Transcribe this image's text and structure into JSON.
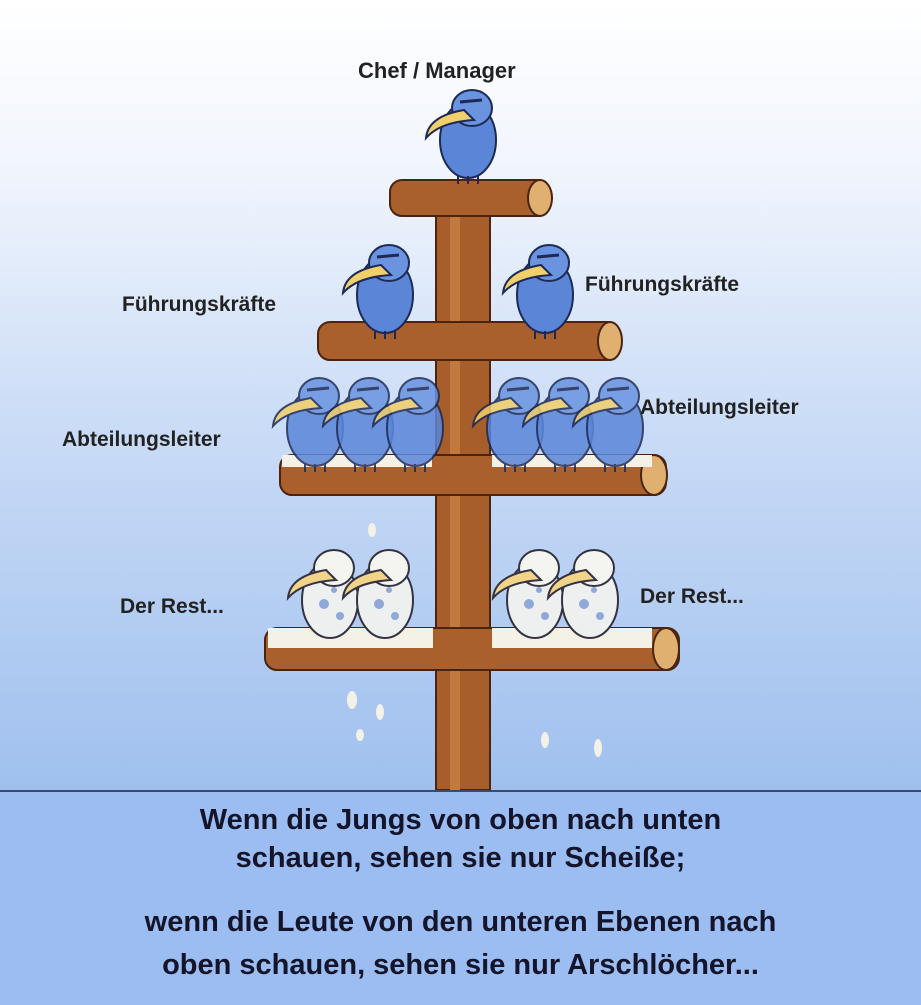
{
  "labels": {
    "top": "Chef / Manager",
    "level2_left": "Führungskräfte",
    "level2_right": "Führungskräfte",
    "level3_left": "Abteilungsleiter",
    "level3_right": "Abteilungsleiter",
    "level4_left": "Der Rest...",
    "level4_right": "Der Rest..."
  },
  "caption": {
    "line1": "Wenn die Jungs von oben nach unten",
    "line2": "schauen, sehen sie nur Scheiße;",
    "line3": "wenn die Leute von den unteren Ebenen nach",
    "line4": "oben schauen, sehen sie nur Arschlöcher..."
  },
  "colors": {
    "bird": "#5b86d8",
    "wood": "#a9602c",
    "dropping": "#f4f1e6",
    "caption_bg": "#9bbdf1"
  }
}
